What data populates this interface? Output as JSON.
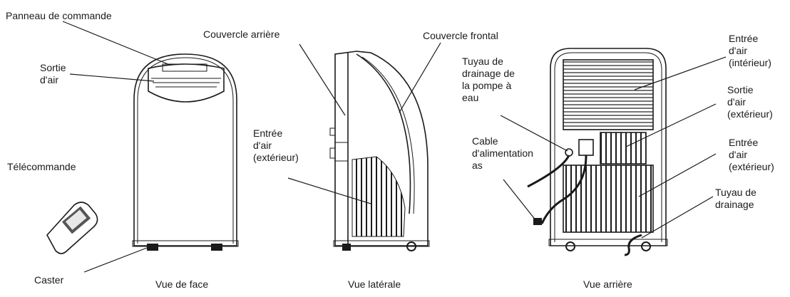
{
  "front_view": {
    "caption": "Vue de face",
    "labels": {
      "panneau": "Panneau de commande",
      "sortie": "Sortie\nd'air",
      "telecommande": "Télécommande",
      "caster": "Caster"
    }
  },
  "side_view": {
    "caption": "Vue latérale",
    "labels": {
      "couvercle_arriere": "Couvercle arrière",
      "couvercle_frontal": "Couvercle frontal",
      "entree_ext": "Entrée\nd'air\n(extérieur)"
    }
  },
  "rear_view": {
    "caption": "Vue arrière",
    "labels": {
      "tuyau_pompe": "Tuyau de\ndrainage de\nla pompe à\neau",
      "cable": "Cable\nd'alimentation\nas",
      "entree_int": "Entrée\nd'air\n(intérieur)",
      "sortie_ext": "Sortie\nd'air\n(extérieur)",
      "entree_ext": "Entrée\nd'air\n(extérieur)",
      "tuyau_drainage": "Tuyau de\ndrainage"
    }
  }
}
